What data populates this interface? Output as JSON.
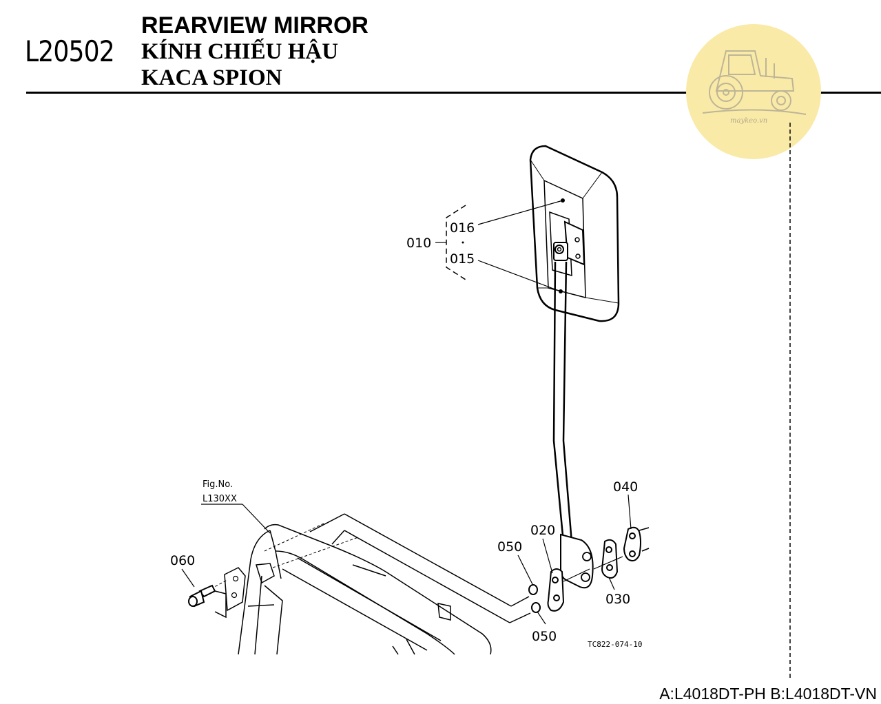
{
  "header": {
    "code": "L20502",
    "title_en": "REARVIEW MIRROR",
    "title_vi": "KÍNH CHIẾU HẬU",
    "title_id": "KACA SPION"
  },
  "variants": "A:L4018DT-PH B:L4018DT-VN",
  "watermark": {
    "text": "maykeo.vn",
    "color": "#faeaa8"
  },
  "figure": {
    "ref_label": "Fig.No.",
    "ref_number": "L130XX",
    "drawing_code": "TC822-074-10"
  },
  "callouts": {
    "p010": "010",
    "p016": "016",
    "p015": "015",
    "p040": "040",
    "p020": "020",
    "p050a": "050",
    "p050b": "050",
    "p030": "030",
    "p060": "060"
  }
}
